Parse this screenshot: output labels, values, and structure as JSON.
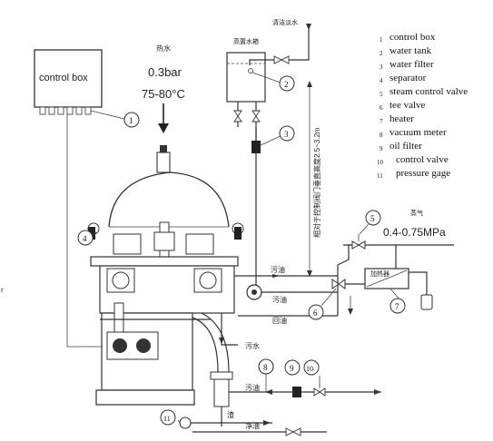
{
  "control_box_label": "control box",
  "hot_water": {
    "label_cn": "热水",
    "pressure": "0.3bar",
    "temperature": "75-80°C"
  },
  "clean_water_cn": "清洁淡水",
  "tank_cn": "高置水箱",
  "height_note_cn": "相对于控制阀门垂直高度2.5~3.2m",
  "steam": {
    "label_cn": "蒸气",
    "pressure": "0.4-0.75MPa"
  },
  "heater_cn": "加热器",
  "pipe_labels_cn": {
    "dirty_oil_1": "污油",
    "dirty_oil_2": "污油",
    "return_oil": "回油",
    "sewage": "污水",
    "dirty_oil_3": "污油",
    "drain": "渣",
    "clean_oil": "净油"
  },
  "callouts": [
    "1",
    "2",
    "3",
    "4",
    "5",
    "6",
    "7",
    "8",
    "9",
    "10",
    "11"
  ],
  "legend": [
    {
      "num": "1",
      "label": "control box"
    },
    {
      "num": "2",
      "label": "water tank"
    },
    {
      "num": "3",
      "label": "water filter"
    },
    {
      "num": "4",
      "label": "separator"
    },
    {
      "num": "5",
      "label": "steam control valve"
    },
    {
      "num": "6",
      "label": "tee valve"
    },
    {
      "num": "7",
      "label": "heater"
    },
    {
      "num": "8",
      "label": "vacuum meter"
    },
    {
      "num": "9",
      "label": "oil filter"
    },
    {
      "num": "10",
      "label": "control valve"
    },
    {
      "num": "11",
      "label": "pressure gage"
    }
  ],
  "edge_glyph": "r"
}
